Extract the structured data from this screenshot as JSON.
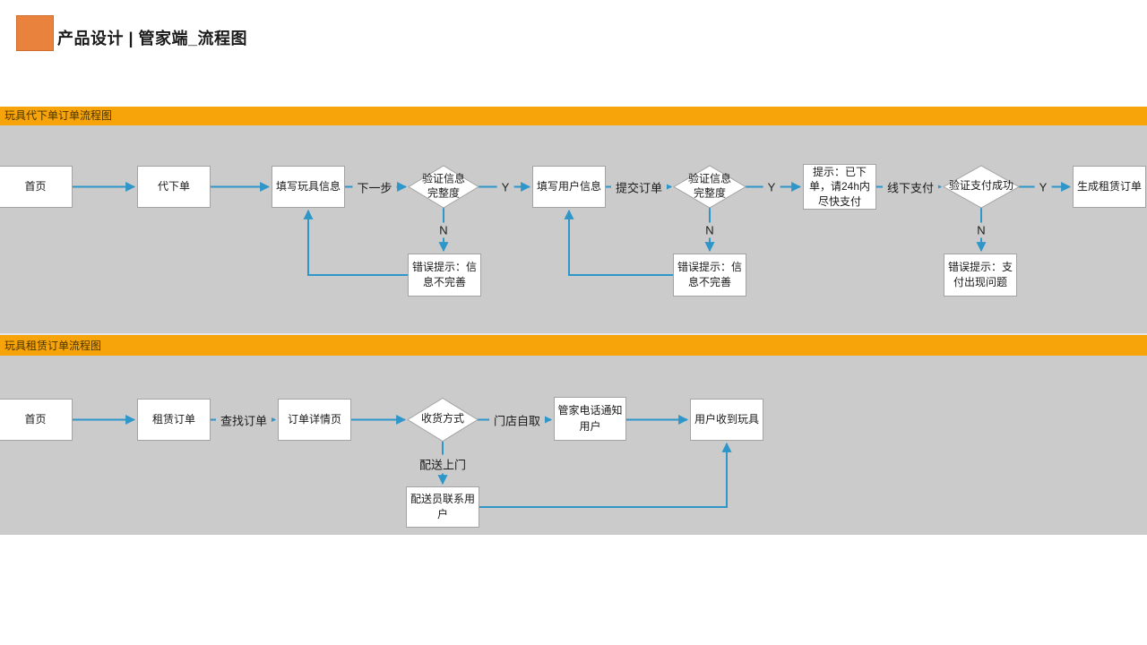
{
  "header": {
    "title": "产品设计 | 管家端_流程图"
  },
  "colors": {
    "logo_square": "#E8823D",
    "section_bar": "#F7A40A",
    "canvas_background": "#CBCBCB",
    "connector_blue": "#2E96C8",
    "node_border": "#A3A3A3"
  },
  "flow1": {
    "bar_title": "玩具代下单订单流程图",
    "nodes": {
      "home": "首页",
      "proxy_order": "代下单",
      "toy_info": "填写玩具信息",
      "verify1": "验证信息完整度",
      "user_info": "填写用户信息",
      "verify2": "验证信息完整度",
      "tip": "提示：已下单，请24h内尽快支付",
      "verify_pay": "验证支付成功",
      "generate": "生成租赁订单",
      "err1": "错误提示：信息不完善",
      "err2": "错误提示：信息不完善",
      "err3": "错误提示：支付出现问题"
    },
    "labels": {
      "next": "下一步",
      "y1": "Y",
      "submit": "提交订单",
      "y2": "Y",
      "offline_pay": "线下支付",
      "y3": "Y",
      "n1": "N",
      "n2": "N",
      "n3": "N"
    }
  },
  "flow2": {
    "bar_title": "玩具租赁订单流程图",
    "nodes": {
      "home": "首页",
      "rental_order": "租赁订单",
      "order_detail": "订单详情页",
      "delivery_method": "收货方式",
      "butler_call": "管家电话通知用户",
      "user_receive": "用户收到玩具",
      "courier_contact": "配送员联系用户"
    },
    "labels": {
      "find_order": "查找订单",
      "store_pickup": "门店自取",
      "home_delivery": "配送上门"
    }
  }
}
